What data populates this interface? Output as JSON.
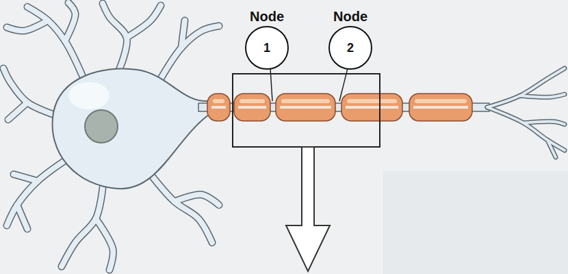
{
  "diagram": {
    "nodes": [
      {
        "text": [
          "Node",
          "1"
        ]
      },
      {
        "text": [
          "Node",
          "2"
        ]
      }
    ]
  }
}
